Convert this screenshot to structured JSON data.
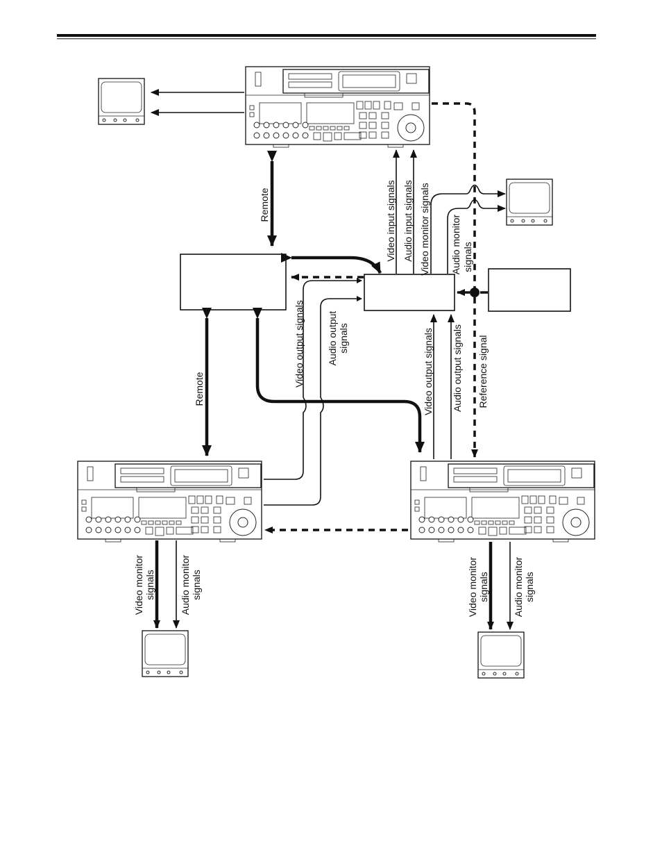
{
  "page": {
    "header_rule": true
  },
  "diagram": {
    "title": "",
    "nodes": [
      {
        "id": "vtr-top",
        "kind": "VTR deck",
        "position": "top-center"
      },
      {
        "id": "vtr-bottom-left",
        "kind": "VTR deck",
        "position": "bottom-left"
      },
      {
        "id": "vtr-bottom-right",
        "kind": "VTR deck",
        "position": "bottom-right"
      },
      {
        "id": "edit-controller",
        "kind": "blank box",
        "position": "middle-left"
      },
      {
        "id": "switcher",
        "kind": "blank box",
        "position": "middle-center"
      },
      {
        "id": "sync-generator",
        "kind": "blank box",
        "position": "middle-right"
      },
      {
        "id": "monitor-top-left",
        "kind": "monitor",
        "position": "top-left"
      },
      {
        "id": "monitor-right",
        "kind": "monitor",
        "position": "upper-right"
      },
      {
        "id": "monitor-bottom-left",
        "kind": "monitor",
        "position": "bottom-left"
      },
      {
        "id": "monitor-bottom-right",
        "kind": "monitor",
        "position": "bottom-right"
      }
    ],
    "labels": {
      "remote_top": "Remote",
      "remote_left": "Remote",
      "video_input": "Video input signals",
      "audio_input": "Audio input signals",
      "video_monitor_top": "Video monitor signals",
      "audio_monitor_top_1": "Audio monitor",
      "audio_monitor_top_2": "signals",
      "video_output_left": "Video output signals",
      "audio_output_left_1": "Audio output",
      "audio_output_left_2": "signals",
      "video_output_right": "Video output signals",
      "audio_output_right": "Audio output signals",
      "reference": "Reference signal",
      "bl_video_monitor_1": "Video monitor",
      "bl_video_monitor_2": "signals",
      "bl_audio_monitor_1": "Audio monitor",
      "bl_audio_monitor_2": "signals",
      "br_video_monitor_1": "Video monitor",
      "br_video_monitor_2": "signals",
      "br_audio_monitor_1": "Audio monitor",
      "br_audio_monitor_2": "signals"
    },
    "connections": [
      {
        "from": "vtr-top",
        "to": "monitor-top-left",
        "style": "solid-thin",
        "count": 2
      },
      {
        "from": "edit-controller",
        "to": "vtr-top",
        "style": "solid-thick-bidirectional",
        "label": "Remote"
      },
      {
        "from": "edit-controller",
        "to": "vtr-bottom-left",
        "style": "solid-thick-bidirectional",
        "label": "Remote"
      },
      {
        "from": "edit-controller",
        "to": "switcher",
        "style": "solid-thick-bidirectional"
      },
      {
        "from": "edit-controller",
        "to": "vtr-bottom-right",
        "style": "solid-thick-bidirectional"
      },
      {
        "from": "switcher",
        "to": "edit-controller",
        "style": "dashed"
      },
      {
        "from": "switcher",
        "to": "vtr-top",
        "style": "solid-thin",
        "label": "Video input signals"
      },
      {
        "from": "switcher",
        "to": "vtr-top",
        "style": "solid-thin",
        "label": "Audio input signals"
      },
      {
        "from": "switcher",
        "to": "monitor-right",
        "style": "solid-thin",
        "label": "Video monitor signals"
      },
      {
        "from": "switcher",
        "to": "monitor-right",
        "style": "solid-thin",
        "label": "Audio monitor signals"
      },
      {
        "from": "vtr-bottom-left",
        "to": "switcher",
        "style": "solid-thin",
        "label": "Video output signals"
      },
      {
        "from": "vtr-bottom-left",
        "to": "switcher",
        "style": "solid-thin",
        "label": "Audio output signals"
      },
      {
        "from": "vtr-bottom-right",
        "to": "switcher",
        "style": "solid-thin",
        "label": "Video output signals"
      },
      {
        "from": "vtr-bottom-right",
        "to": "switcher",
        "style": "solid-thin",
        "label": "Audio output signals"
      },
      {
        "from": "sync-generator",
        "to": "switcher",
        "style": "dashed",
        "label": "Reference signal"
      },
      {
        "from": "sync-generator",
        "to": "vtr-top",
        "style": "dashed"
      },
      {
        "from": "sync-generator",
        "to": "vtr-bottom-right",
        "style": "dashed"
      },
      {
        "from": "vtr-bottom-right",
        "to": "vtr-bottom-left",
        "style": "dashed"
      },
      {
        "from": "vtr-bottom-left",
        "to": "monitor-bottom-left",
        "style": "solid-thin",
        "label": "Video monitor signals"
      },
      {
        "from": "vtr-bottom-left",
        "to": "monitor-bottom-left",
        "style": "solid-thin",
        "label": "Audio monitor signals"
      },
      {
        "from": "vtr-bottom-right",
        "to": "monitor-bottom-right",
        "style": "solid-thin",
        "label": "Video monitor signals"
      },
      {
        "from": "vtr-bottom-right",
        "to": "monitor-bottom-right",
        "style": "solid-thin",
        "label": "Audio monitor signals"
      }
    ]
  }
}
